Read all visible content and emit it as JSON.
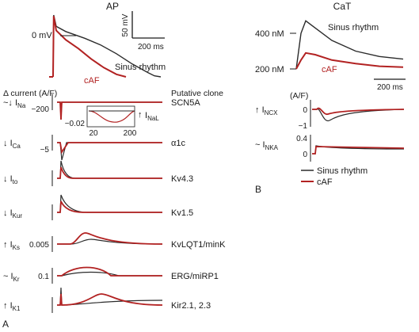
{
  "colors": {
    "sinus": "#2b2b2b",
    "caf": "#b22222",
    "axis": "#1a1a1a"
  },
  "chart_data": [
    {
      "type": "line",
      "panel": "A",
      "panel_title": "AP",
      "description_labels": {
        "zero_mv": "0 mV",
        "scale_v": "50 mV",
        "scale_t": "200 ms",
        "sinus": "Sinus rhythm",
        "caf": "cAF"
      },
      "series": [
        {
          "name": "Sinus rhythm",
          "x": [
            0,
            2,
            10,
            40,
            100,
            150,
            200,
            250,
            300,
            320,
            340
          ],
          "y": [
            -80,
            40,
            18,
            8,
            -5,
            -18,
            -35,
            -55,
            -72,
            -78,
            -80
          ]
        },
        {
          "name": "cAF",
          "x": [
            0,
            2,
            10,
            40,
            80,
            120,
            160,
            200,
            230
          ],
          "y": [
            -80,
            38,
            10,
            -8,
            -25,
            -45,
            -62,
            -75,
            -80
          ]
        }
      ]
    },
    {
      "type": "line",
      "panel": "A",
      "header": {
        "ylabel": "Δ current (A/F)",
        "clone_header": "Putative clone"
      },
      "rows": [
        {
          "current": "I",
          "sub": "Na",
          "arrow": "~↓",
          "tick": "−200",
          "clone": "SCN5A",
          "inset": {
            "current": "I",
            "sub": "NaL",
            "arrow": "↑",
            "ytick": "−0.02",
            "xticks": [
              "20",
              "200"
            ]
          }
        },
        {
          "current": "I",
          "sub": "Ca",
          "arrow": "↓",
          "tick": "−5",
          "clone": "α1c"
        },
        {
          "current": "I",
          "sub": "to",
          "arrow": "↓",
          "tick": "",
          "clone": "Kv4.3"
        },
        {
          "current": "I",
          "sub": "Kur",
          "arrow": "↓",
          "tick": "",
          "clone": "Kv1.5"
        },
        {
          "current": "I",
          "sub": "Ks",
          "arrow": "↑",
          "tick": "0.005",
          "clone": "KvLQT1/minK"
        },
        {
          "current": "I",
          "sub": "Kr",
          "arrow": "~",
          "tick": "0.1",
          "clone": "ERG/miRP1"
        },
        {
          "current": "I",
          "sub": "K1",
          "arrow": "↑",
          "tick": "",
          "clone": "Kir2.1, 2.3"
        }
      ],
      "panel_letter": "A"
    },
    {
      "type": "line",
      "panel": "B",
      "panel_title": "CaT",
      "labels": {
        "y_high": "400 nM",
        "y_low": "200 nM",
        "sinus": "Sinus rhythm",
        "caf": "cAF",
        "scale_t": "200 ms"
      },
      "series": [
        {
          "name": "Sinus rhythm",
          "x": [
            0,
            20,
            40,
            80,
            150,
            250,
            350,
            450
          ],
          "y": [
            200,
            400,
            470,
            430,
            360,
            300,
            270,
            255
          ]
        },
        {
          "name": "cAF",
          "x": [
            0,
            20,
            40,
            80,
            150,
            250,
            350,
            450
          ],
          "y": [
            200,
            250,
            290,
            280,
            250,
            230,
            215,
            210
          ]
        }
      ]
    },
    {
      "type": "line",
      "panel": "B",
      "unit": "(A/F)",
      "rows": [
        {
          "current": "I",
          "sub": "NCX",
          "arrow": "↑",
          "ticks": [
            "0",
            "−1"
          ]
        },
        {
          "current": "I",
          "sub": "NKA",
          "arrow": "~",
          "ticks": [
            "0.4",
            "0"
          ]
        }
      ],
      "legend": [
        "Sinus rhythm",
        "cAF"
      ],
      "panel_letter": "B"
    }
  ]
}
